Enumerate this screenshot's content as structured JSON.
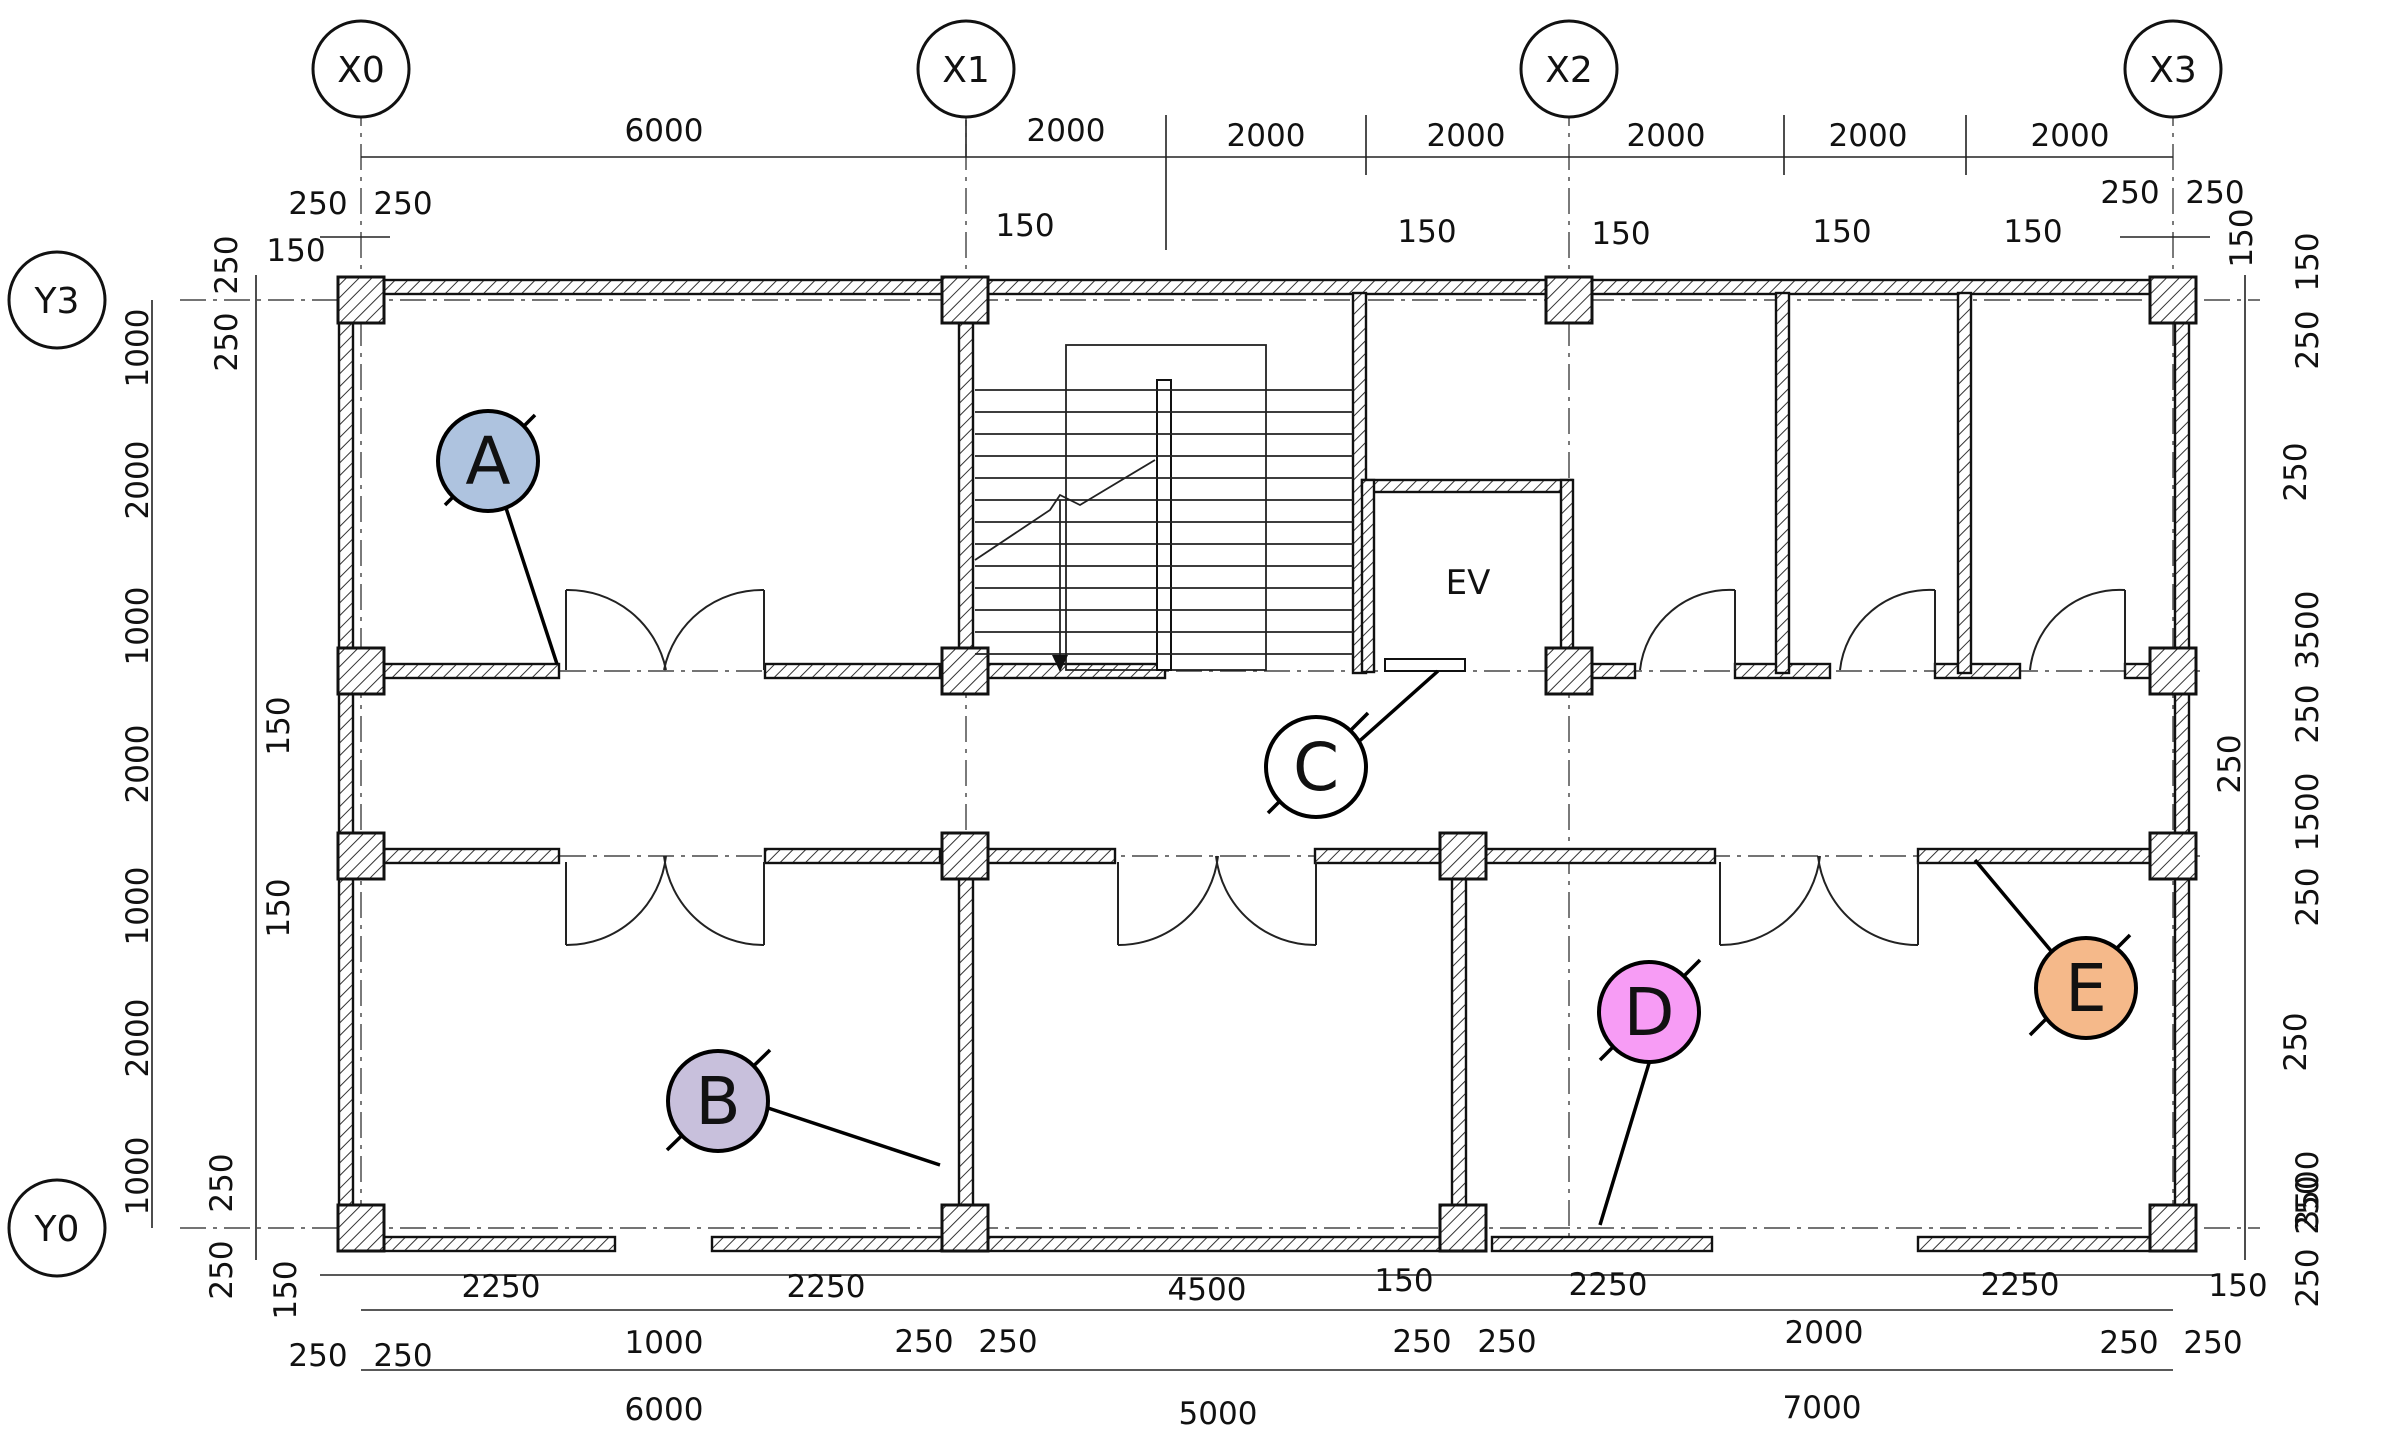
{
  "grid_labels": {
    "x0": "X0",
    "x1": "X1",
    "x2": "X2",
    "x3": "X3",
    "y0": "Y0",
    "y3": "Y3"
  },
  "dimensions": {
    "top_row1": [
      "6000",
      "2000",
      "2000",
      "2000",
      "2000",
      "2000",
      "2000"
    ],
    "top_row2": [
      "250",
      "250",
      "150",
      "150",
      "150",
      "150",
      "150",
      "150",
      "250",
      "250",
      "150"
    ],
    "bottom_row1": [
      "2250",
      "2250",
      "4500",
      "150",
      "2250",
      "2250",
      "150"
    ],
    "bottom_row2": [
      "250",
      "250",
      "1000",
      "250",
      "250",
      "250",
      "250",
      "2000",
      "250",
      "250"
    ],
    "bottom_row3": [
      "6000",
      "5000",
      "7000"
    ],
    "left_col": [
      "250",
      "250",
      "1000",
      "2000",
      "1000",
      "150",
      "2000",
      "1000",
      "150",
      "2000",
      "1000",
      "250",
      "250",
      "150"
    ],
    "right_col": [
      "150",
      "250",
      "250",
      "3500",
      "250",
      "250",
      "1500",
      "250",
      "250",
      "3500",
      "250",
      "250"
    ]
  },
  "room_label": "EV",
  "callouts": [
    {
      "letter": "A",
      "color": "#aec3df"
    },
    {
      "letter": "B",
      "color": "#c8c0dc"
    },
    {
      "letter": "C",
      "color": "#ffffff"
    },
    {
      "letter": "D",
      "color": "#f79cf5"
    },
    {
      "letter": "E",
      "color": "#f5b98a"
    }
  ]
}
